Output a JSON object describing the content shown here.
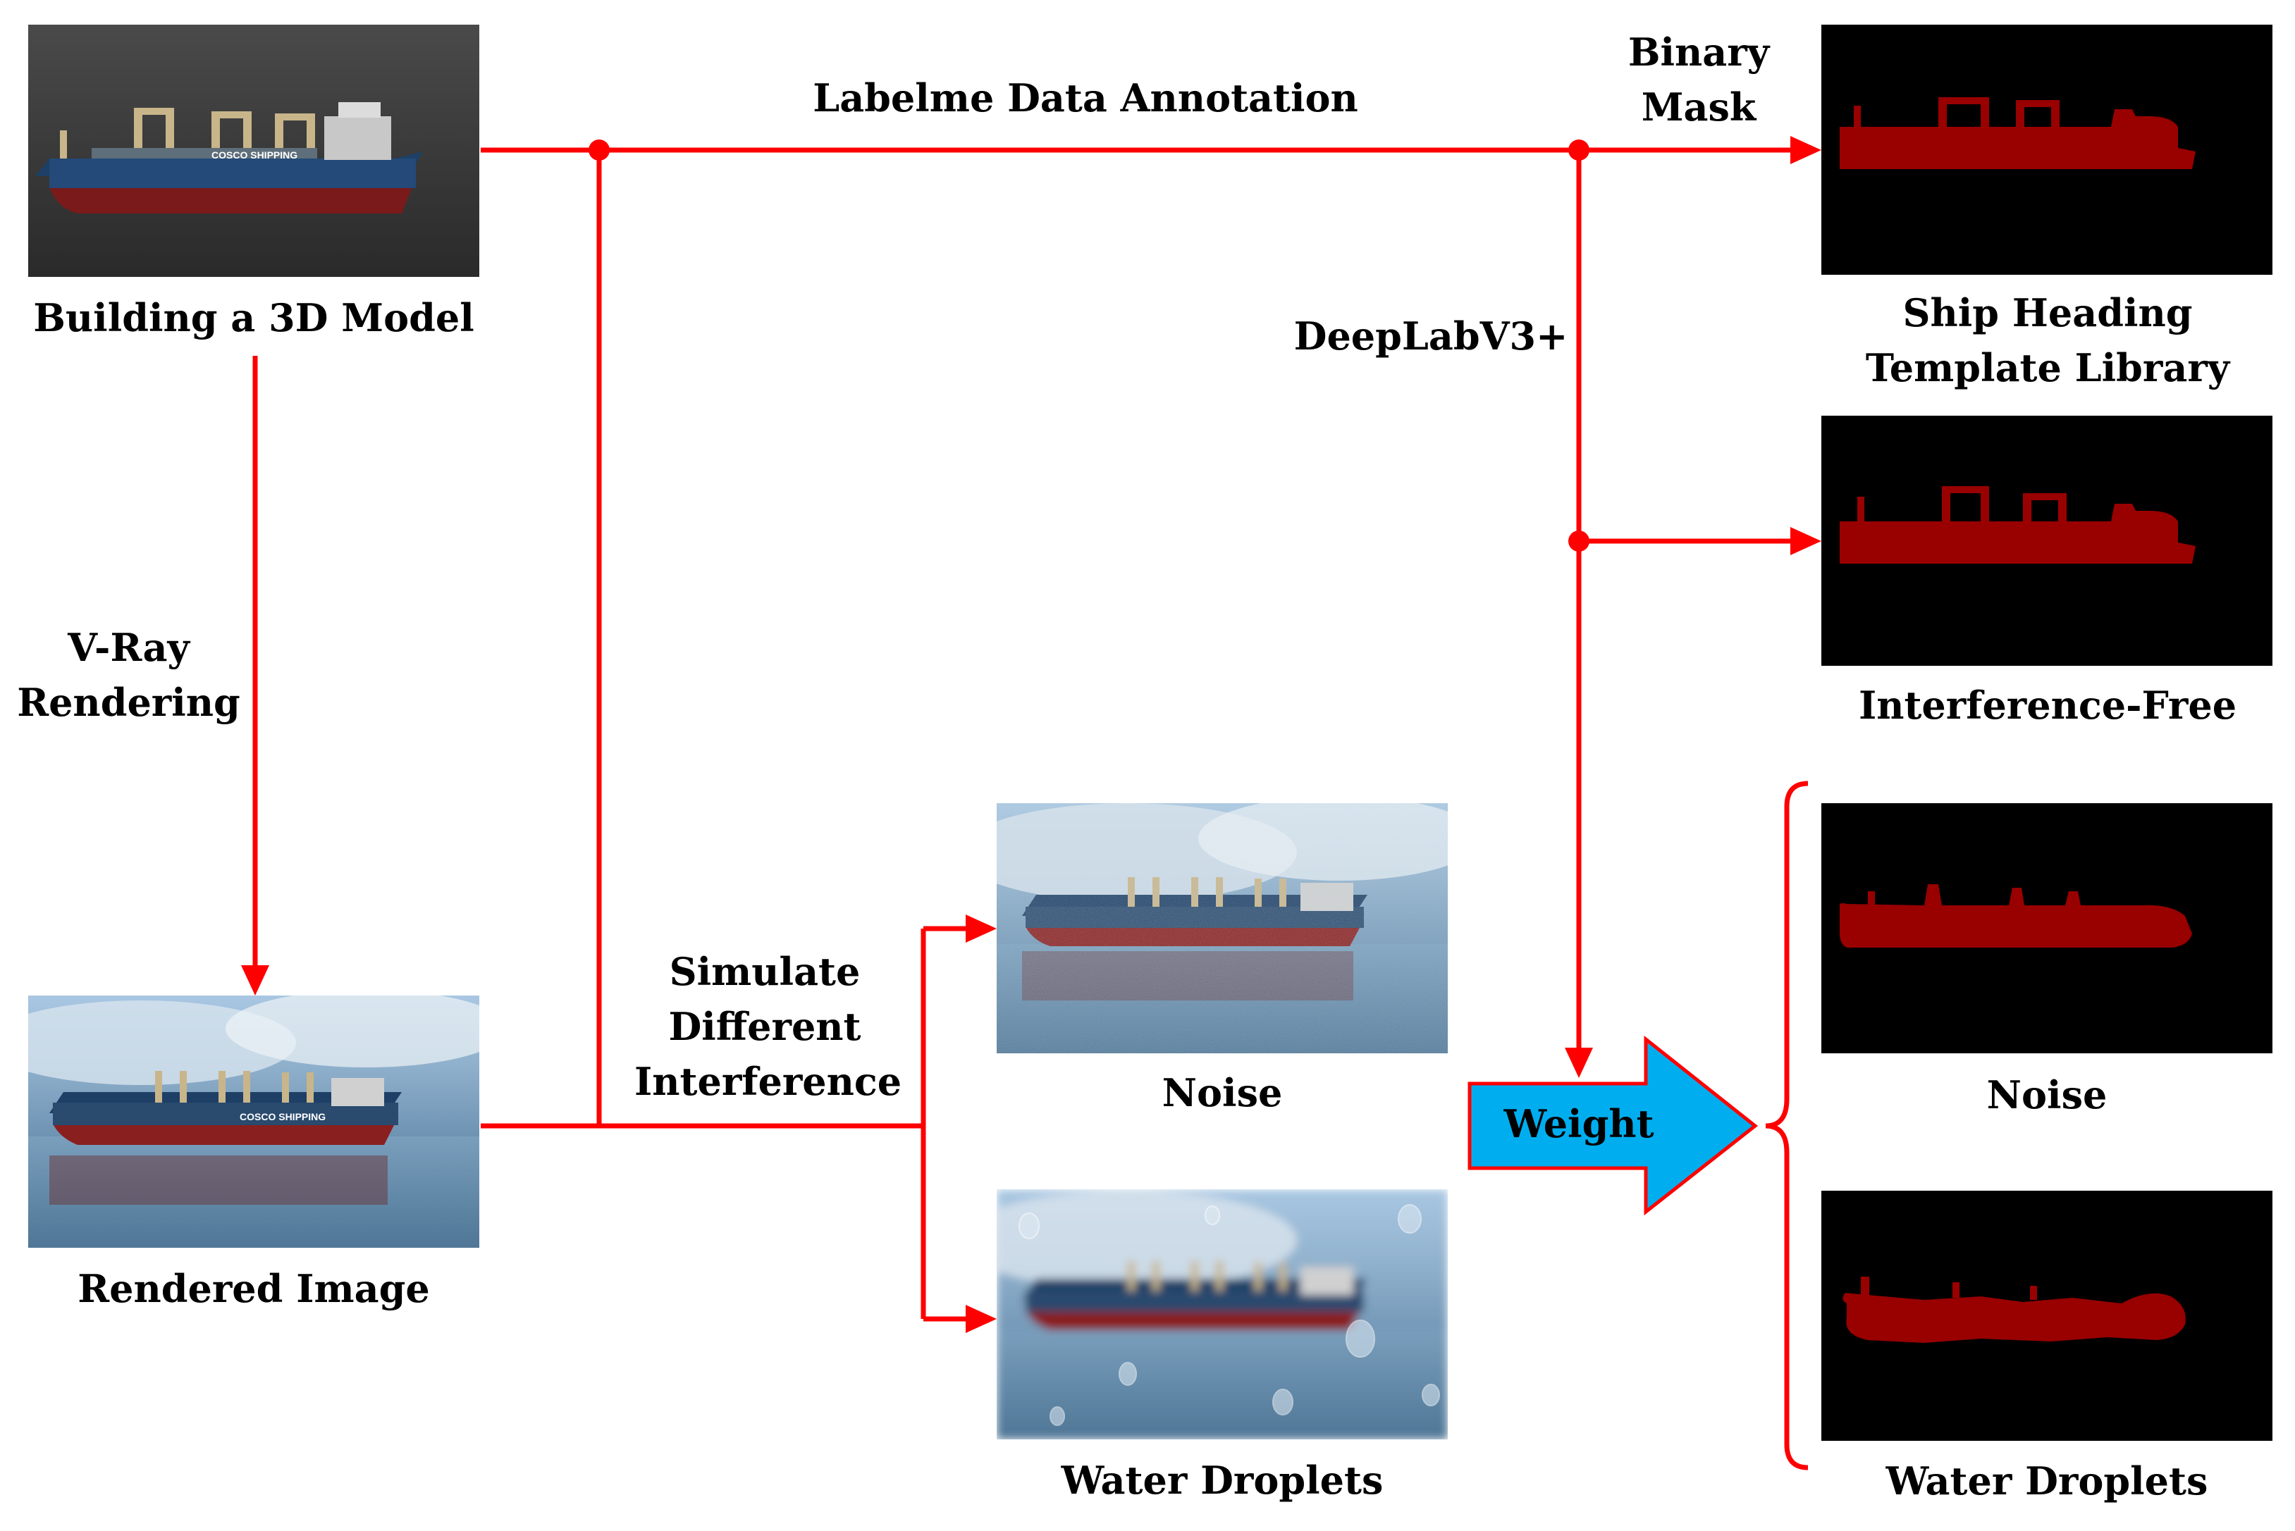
{
  "colors": {
    "flow_line": "#ff0000",
    "mask_background": "#000000",
    "ship_mask": "#990000",
    "weight_fill": "#00aeef",
    "weight_border": "#ff0000",
    "weight_text": "#000000",
    "model_background": "#3a3a3a",
    "sky_top": "#8fb3d1",
    "sea": "#5f88a8",
    "hull_red": "#8a1f1f",
    "hull_blue": "#1e3f66"
  },
  "labels": {
    "model": "Building a 3D Model",
    "vray": [
      "V-Ray",
      "Rendering"
    ],
    "rendered": "Rendered Image",
    "labelme": "Labelme Data Annotation",
    "binary_mask": [
      "Binary",
      "Mask"
    ],
    "deeplab": "DeepLabV3+",
    "template_library": [
      "Ship Heading",
      "Template Library"
    ],
    "interference_free": "Interference-Free",
    "simulate": [
      "Simulate",
      "Different",
      "Interference"
    ],
    "noise_input": "Noise",
    "water_input": "Water Droplets",
    "weight": "Weight",
    "noise_output": "Noise",
    "water_output": "Water Droplets"
  },
  "images": {
    "model_render": "3d-ship-model-render",
    "rendered_scene": "rendered-ship-sea-scene",
    "noise_scene": "noisy-ship-scene",
    "water_scene": "water-droplet-ship-scene",
    "hull_text": "COSCO SHIPPING",
    "masks": [
      "template-library-mask",
      "interference-free-mask",
      "noise-mask",
      "water-droplets-mask"
    ]
  }
}
